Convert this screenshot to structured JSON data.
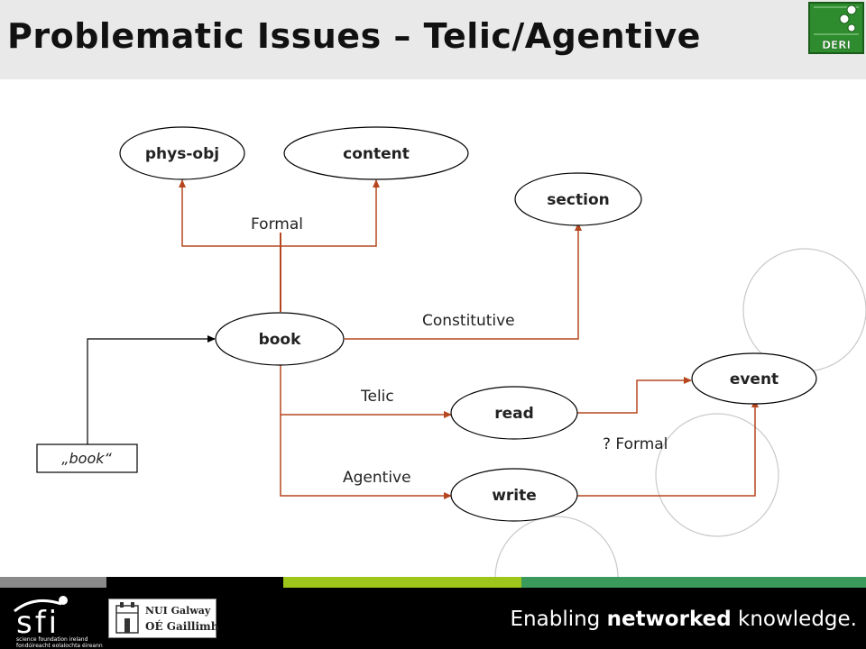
{
  "slide": {
    "title": "Problematic Issues – Telic/Agentive"
  },
  "header": {
    "logo_text": "DERI"
  },
  "diagram": {
    "nodes": {
      "phys_obj": "phys-obj",
      "content": "content",
      "section": "section",
      "book": "book",
      "event": "event",
      "read": "read",
      "write": "write",
      "term": "„book“"
    },
    "edges": {
      "formal": "Formal",
      "constitutive": "Constitutive",
      "telic": "Telic",
      "agentive": "Agentive",
      "formal_question": "? Formal"
    },
    "colors": {
      "relation_edge": "#b5461f",
      "term_edge": "#000000",
      "node_stroke": "#000000"
    }
  },
  "footer": {
    "sfi_logo_text": "sfi",
    "sfi_subtitle_1": "science foundation ireland",
    "sfi_subtitle_2": "fondúireacht eolaíochta éireann",
    "nui_line_1": "NUI Galway",
    "nui_line_2": "OÉ Gaillimh",
    "tagline_part1": "Enabling ",
    "tagline_bold": "networked",
    "tagline_part2": " knowledge.",
    "stripe_colors": [
      "#8a8a8a",
      "#000000",
      "#9dc51b",
      "#3a9a5b"
    ]
  }
}
